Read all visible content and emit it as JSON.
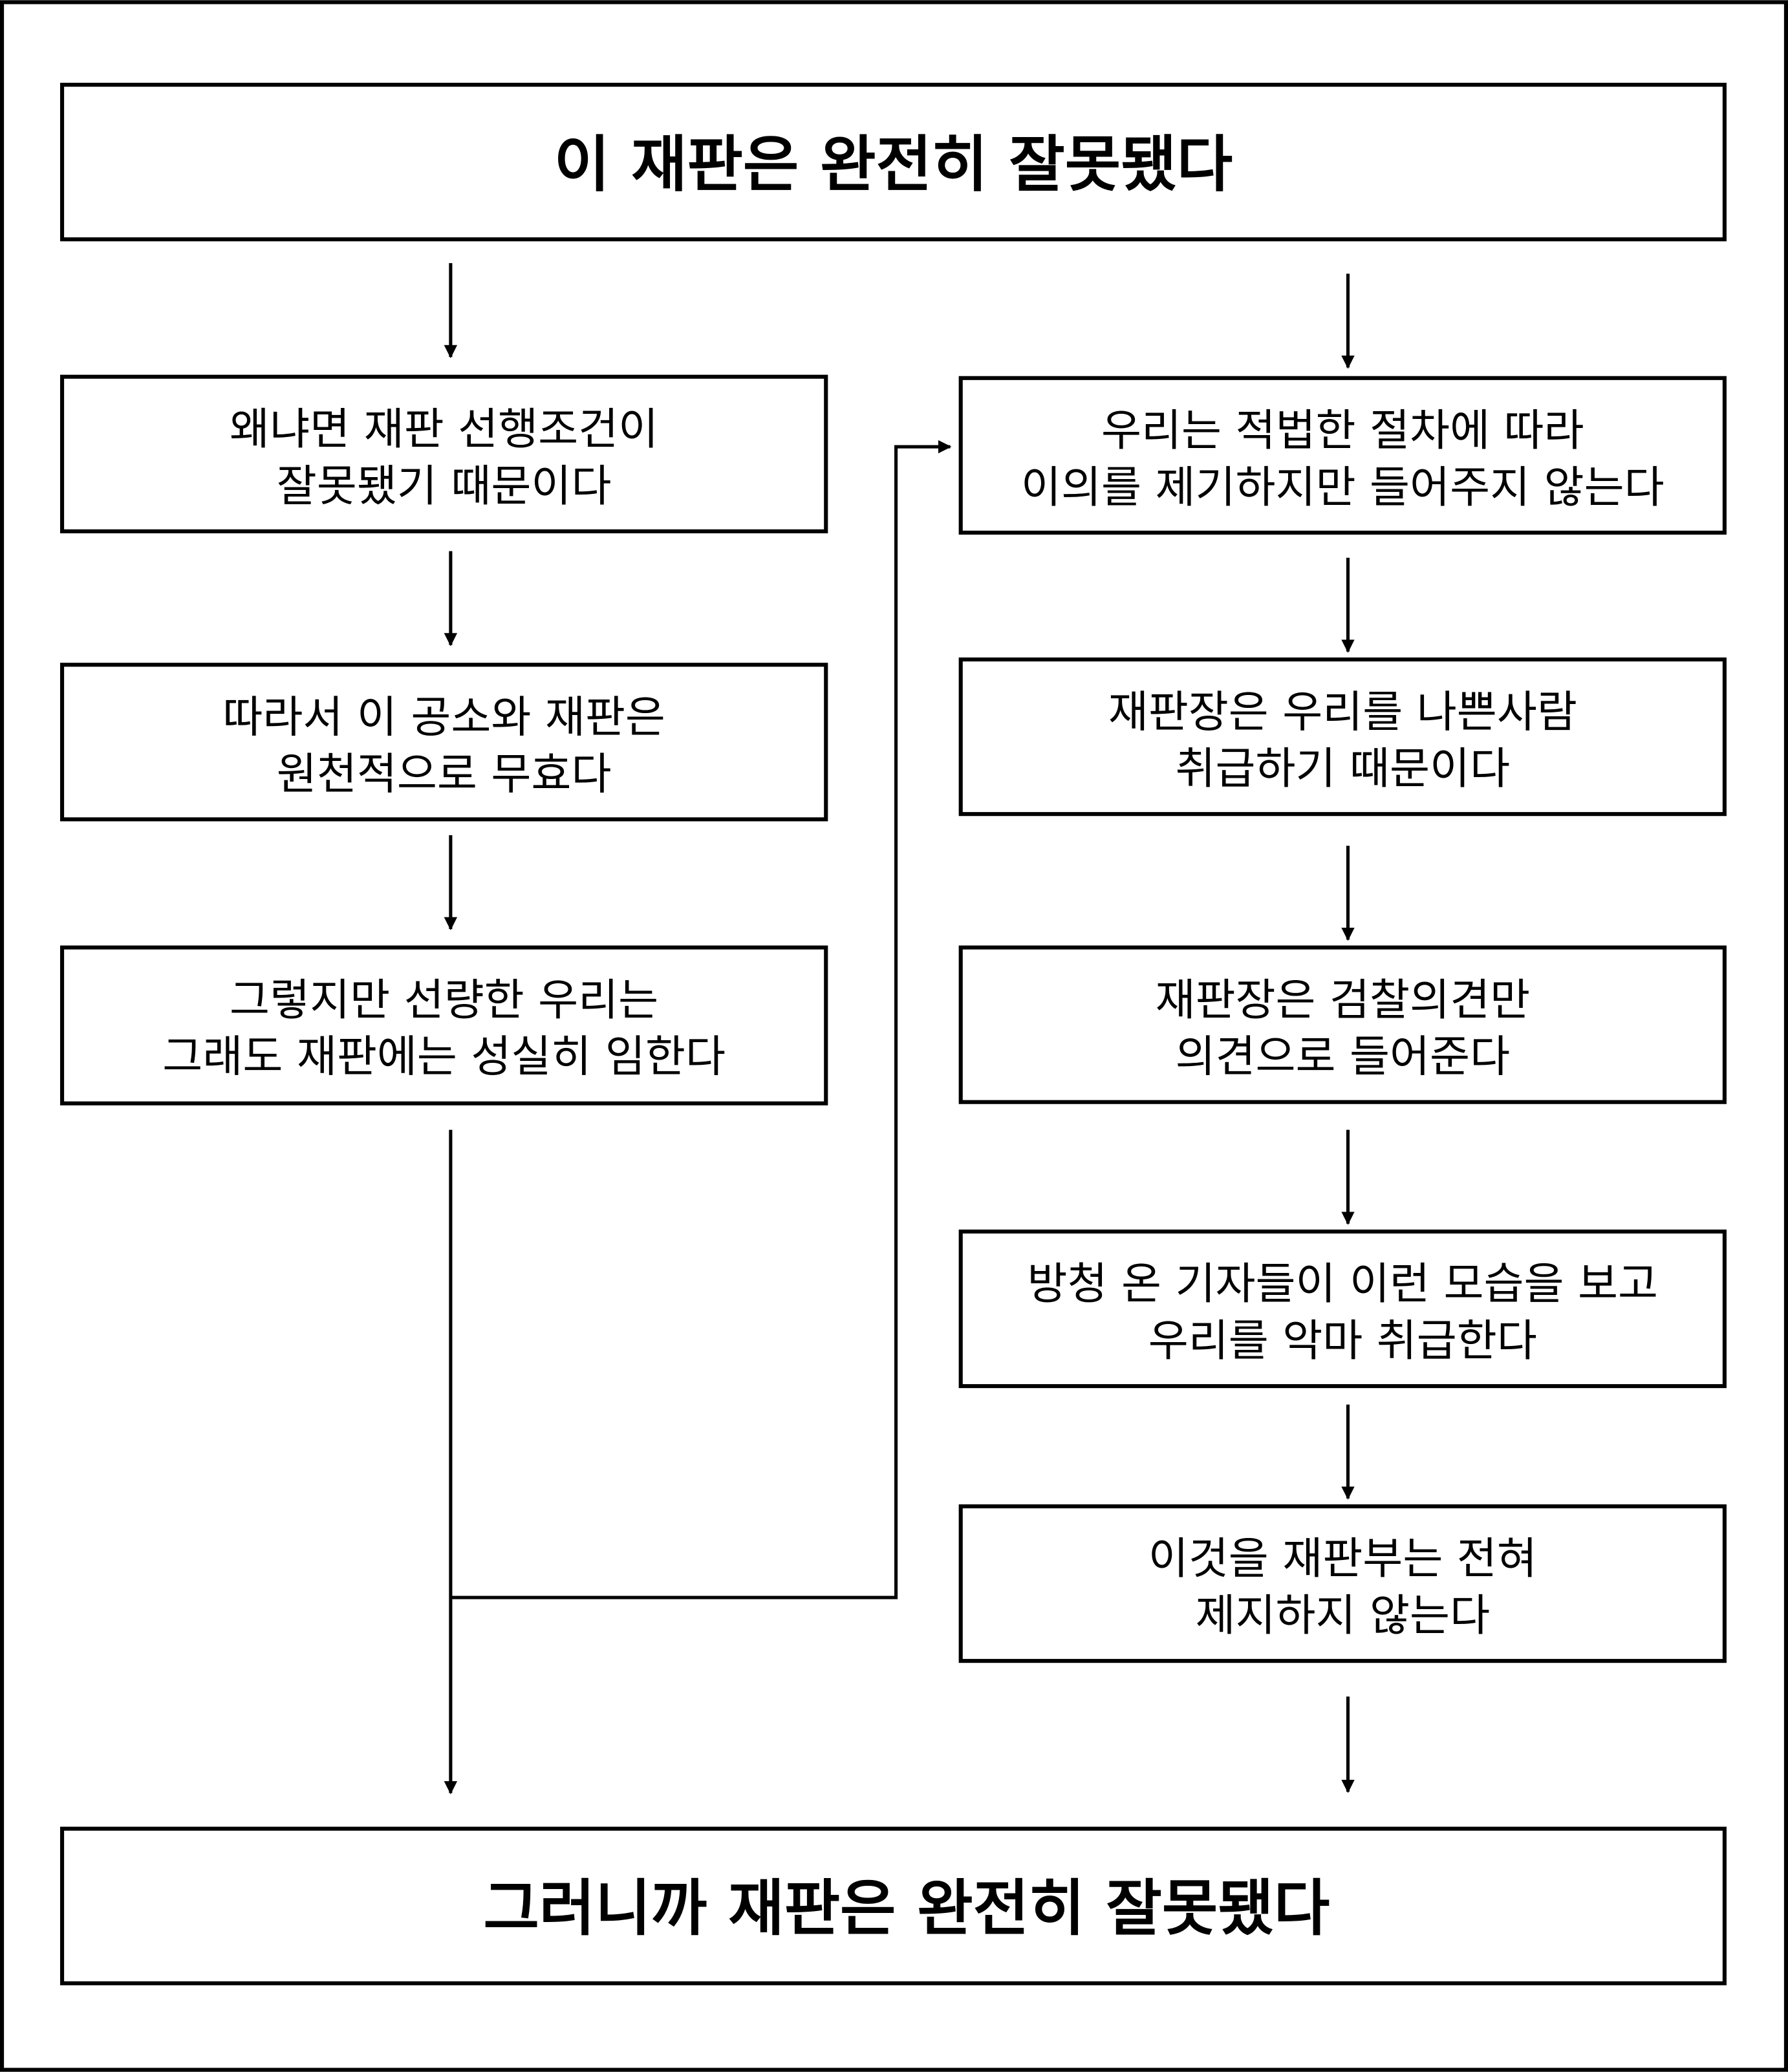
{
  "title_box": "이 재판은 완전히 잘못됐다",
  "conclusion_box": "그러니까 재판은 완전히 잘못됐다",
  "left_column": [
    {
      "line1": "왜냐면 재판 선행조건이",
      "line2": "잘못됐기 때문이다"
    },
    {
      "line1": "따라서 이 공소와 재판은",
      "line2": "원천적으로 무효다"
    },
    {
      "line1": "그렇지만 선량한 우리는",
      "line2": "그래도 재판에는 성실히 임한다"
    }
  ],
  "right_column": [
    {
      "line1": "우리는 적법한 절차에 따라",
      "line2": "이의를 제기하지만 들어주지 않는다"
    },
    {
      "line1": "재판장은 우리를 나쁜사람",
      "line2": "취급하기 때문이다"
    },
    {
      "line1": "재판장은 검찰의견만",
      "line2": "의견으로 들어준다"
    },
    {
      "line1": "방청 온 기자들이 이런 모습을 보고",
      "line2": "우리를 악마 취급한다"
    },
    {
      "line1": "이것을 재판부는 전혀",
      "line2": "제지하지 않는다"
    }
  ]
}
